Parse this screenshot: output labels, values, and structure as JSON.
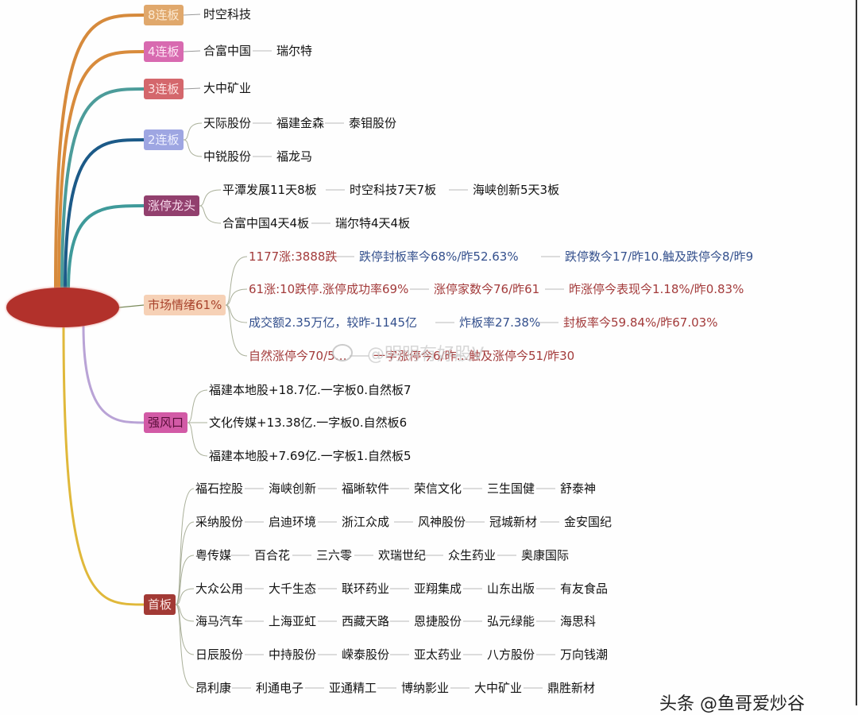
{
  "root": {
    "label": ""
  },
  "branches": [
    {
      "id": "b8",
      "label": "8连板",
      "bg": "#e0a86c",
      "fg": "#fbe8d0",
      "line": "#d68a3c",
      "rows": [
        [
          "时空科技"
        ]
      ]
    },
    {
      "id": "b4",
      "label": "4连板",
      "bg": "#d86ab0",
      "fg": "#fde4f3",
      "line": "#d88b3c",
      "rows": [
        [
          "合富中国",
          "瑞尔特"
        ]
      ]
    },
    {
      "id": "b3",
      "label": "3连板",
      "bg": "#d4676c",
      "fg": "#fde1e1",
      "line": "#4c9c9a",
      "rows": [
        [
          "大中矿业"
        ]
      ]
    },
    {
      "id": "b2",
      "label": "2连板",
      "bg": "#9ea6e2",
      "fg": "#eef0ff",
      "line": "#1c5a88",
      "rows": [
        [
          "天际股份",
          "福建金森",
          "泰钼股份"
        ],
        [
          "中锐股份",
          "福龙马"
        ]
      ]
    },
    {
      "id": "leader",
      "label": "涨停龙头",
      "bg": "#92406e",
      "fg": "#f8d9ec",
      "line": "#3f9a9a",
      "rows": [
        [
          "平潭发展11天8板",
          "时空科技7天7板",
          "海峡创新5天3板"
        ],
        [
          "合富中国4天4板",
          "瑞尔特4天4板"
        ]
      ]
    },
    {
      "id": "sentiment",
      "label": "市场情绪61%",
      "bg": "#f6d1b6",
      "fg": "#a8432c",
      "line": "#7a8a5a",
      "rows": [
        [
          "1177涨:3888跌",
          "跌停封板率今68%/昨52.63%",
          "跌停数今17/昨10.触及跌停今8/昨9"
        ],
        [
          "61涨:10跌停.涨停成功率69%",
          "涨停家数今76/昨61",
          "昨涨停今表现今1.18%/昨0.83%"
        ],
        [
          "成交额2.35万亿，较昨-1145亿",
          "炸板率27.38%",
          "封板率今59.84%/昨67.03%"
        ],
        [
          "自然涨停今70/5…",
          "一字涨停今6/昨…",
          "触及涨停今51/昨30"
        ]
      ],
      "row_colors": [
        [
          "red",
          "blue",
          "blue"
        ],
        [
          "red",
          "red",
          "red"
        ],
        [
          "blue",
          "blue",
          "red"
        ],
        [
          "red",
          "red",
          "red"
        ]
      ]
    },
    {
      "id": "hot",
      "label": "强风口",
      "bg": "#d25aa6",
      "fg": "#5a0e3a",
      "line": "#b9a3d6",
      "rows": [
        [
          "福建本地股+18.7亿.一字板0.自然板7"
        ],
        [
          "文化传媒+13.38亿.一字板0.自然板6"
        ],
        [
          "福建本地股+7.69亿.一字板1.自然板5"
        ]
      ]
    },
    {
      "id": "first",
      "label": "首板",
      "bg": "#a23a35",
      "fg": "#fde6e3",
      "line": "#e0b83a",
      "rows": [
        [
          "福石控股",
          "海峡创新",
          "福晰软件",
          "荣信文化",
          "三生国健",
          "舒泰神"
        ],
        [
          "采纳股份",
          "启迪环境",
          "浙江众成",
          "风神股份",
          "冠城新材",
          "金安国纪"
        ],
        [
          "粤传媒",
          "百合花",
          "三六零",
          "欢瑞世纪",
          "众生药业",
          "奥康国际"
        ],
        [
          "大众公用",
          "大千生态",
          "联环药业",
          "亚翔集成",
          "山东出版",
          "有友食品"
        ],
        [
          "海马汽车",
          "上海亚虹",
          "西藏天路",
          "恩捷股份",
          "弘元绿能",
          "海思科"
        ],
        [
          "日辰股份",
          "中持股份",
          "嵘泰股份",
          "亚太药业",
          "八方股份",
          "万向钱潮"
        ],
        [
          "昂利康",
          "利通电子",
          "亚通精工",
          "博纳影业",
          "大中矿业",
          "鼎胜新材"
        ]
      ]
    }
  ],
  "watermarks": {
    "weibo": "@明明有好股V",
    "toutiao": "头条 @鱼哥爱炒谷"
  }
}
